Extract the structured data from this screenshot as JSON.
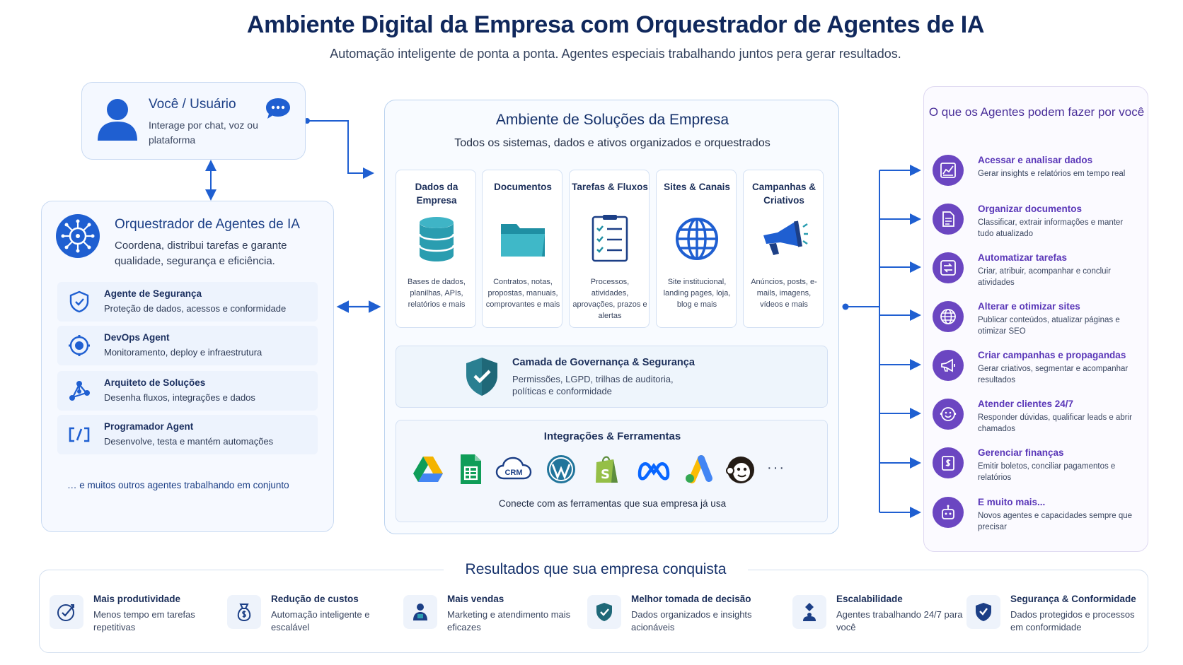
{
  "header": {
    "title": "Ambiente Digital da Empresa com Orquestrador de Agentes de IA",
    "subtitle": "Automação inteligente de ponta a ponta. Agentes especiais trabalhando juntos pera gerar resultados."
  },
  "user": {
    "title": "Você / Usuário",
    "desc": "Interage por chat, voz ou plataforma"
  },
  "orchestrator": {
    "title": "Orquestrador de Agentes de IA",
    "desc": "Coordena, distribui tarefas e garante qualidade, segurança e eficiência.",
    "agents": [
      {
        "name": "Agente de Segurança",
        "desc": "Proteção de dados, acessos e conformidade",
        "icon": "security-agent-icon"
      },
      {
        "name": "DevOps Agent",
        "desc": "Monitoramento, deploy e infraestrutura",
        "icon": "devops-agent-icon"
      },
      {
        "name": "Arquiteto de Soluções",
        "desc": "Desenha fluxos, integrações e dados",
        "icon": "architect-agent-icon"
      },
      {
        "name": "Programador Agent",
        "desc": "Desenvolve, testa e mantém automações",
        "icon": "code-agent-icon"
      }
    ],
    "footer": "… e muitos outros agentes trabalhando em conjunto"
  },
  "environment": {
    "title": "Ambiente de Soluções da Empresa",
    "subtitle": "Todos os sistemas, dados e ativos organizados e orquestrados",
    "columns": [
      {
        "title": "Dados da Empresa",
        "desc": "Bases de dados, planilhas, APIs, relatórios e mais",
        "icon": "database-icon"
      },
      {
        "title": "Documentos",
        "desc": "Contratos, notas, propostas, manuais, comprovantes e mais",
        "icon": "folder-icon"
      },
      {
        "title": "Tarefas & Fluxos",
        "desc": "Processos, atividades, aprovações, prazos e alertas",
        "icon": "checklist-icon"
      },
      {
        "title": "Sites & Canais",
        "desc": "Site institucional, landing pages, loja, blog e mais",
        "icon": "globe-icon"
      },
      {
        "title": "Campanhas & Criativos",
        "desc": "Anúncios, posts, e-mails, imagens, vídeos e mais",
        "icon": "megaphone-icon"
      }
    ],
    "governance": {
      "title": "Camada de Governança & Segurança",
      "desc": "Permissões, LGPD, trilhas de auditoria, políticas e conformidade"
    },
    "integrations": {
      "title": "Integrações & Ferramentas",
      "crm_label": "CRM",
      "more": "···",
      "footer": "Conecte com as ferramentas que sua empresa já usa",
      "icons": [
        "google-drive-icon",
        "google-sheets-icon",
        "crm-cloud-icon",
        "wordpress-icon",
        "shopify-icon",
        "meta-icon",
        "google-ads-icon",
        "mailchimp-icon",
        "more-icon"
      ]
    }
  },
  "capabilities": {
    "title": "O que os Agentes podem fazer por você",
    "items": [
      {
        "name": "Acessar e analisar dados",
        "desc": "Gerar insights e relatórios em tempo real",
        "icon": "chart-icon"
      },
      {
        "name": "Organizar documentos",
        "desc": "Classificar, extrair informações e manter tudo atualizado",
        "icon": "document-icon"
      },
      {
        "name": "Automatizar tarefas",
        "desc": "Criar, atribuir, acompanhar e concluir atividades",
        "icon": "automation-icon"
      },
      {
        "name": "Alterar e otimizar sites",
        "desc": "Publicar conteúdos, atualizar páginas e otimizar SEO",
        "icon": "globe-icon"
      },
      {
        "name": "Criar campanhas e propagandas",
        "desc": "Gerar criativos, segmentar e acompanhar resultados",
        "icon": "megaphone-icon"
      },
      {
        "name": "Atender clientes 24/7",
        "desc": "Responder dúvidas, qualificar leads e abrir chamados",
        "icon": "support-icon"
      },
      {
        "name": "Gerenciar finanças",
        "desc": "Emitir boletos, conciliar pagamentos e relatórios",
        "icon": "finance-icon"
      },
      {
        "name": "E muito mais...",
        "desc": "Novos agentes e capacidades sempre que precisar",
        "icon": "robot-icon"
      }
    ]
  },
  "results": {
    "title": "Resultados que sua empresa conquista",
    "items": [
      {
        "name": "Mais produtividade",
        "desc": "Menos tempo em tarefas repetitivas",
        "icon": "productivity-icon"
      },
      {
        "name": "Redução de custos",
        "desc": "Automação inteligente e escalável",
        "icon": "cost-icon"
      },
      {
        "name": "Mais vendas",
        "desc": "Marketing e atendimento mais eficazes",
        "icon": "sales-icon"
      },
      {
        "name": "Melhor tomada de decisão",
        "desc": "Dados organizados e insights acionáveis",
        "icon": "decision-icon"
      },
      {
        "name": "Escalabilidade",
        "desc": "Agentes trabalhando 24/7 para você",
        "icon": "scalability-icon"
      },
      {
        "name": "Segurança & Conformidade",
        "desc": "Dados protegidos e processos em conformidade",
        "icon": "compliance-icon"
      }
    ]
  },
  "colors": {
    "navy": "#10285c",
    "blue": "#1f5fd1",
    "purple": "#6b46c1",
    "teal": "#2a9db0"
  }
}
